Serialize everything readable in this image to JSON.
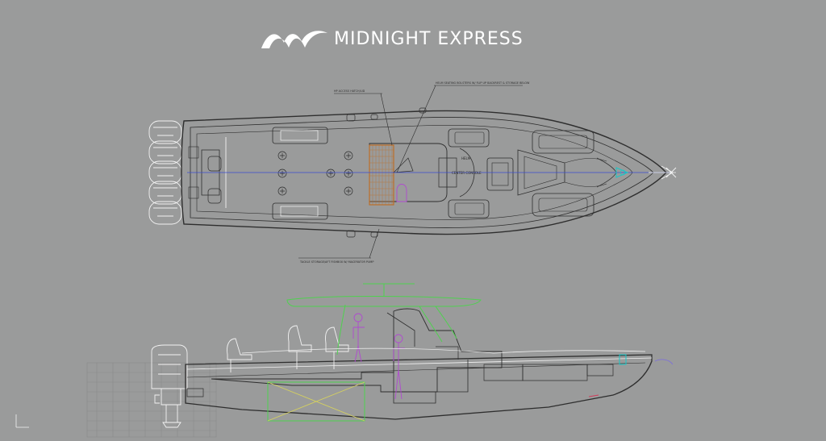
{
  "brand": {
    "name": "MIDNIGHT EXPRESS",
    "logo_icon": "m-wave-logo-icon",
    "text_color": "#ffffff"
  },
  "drawing": {
    "background": "#9a9b9b",
    "line_color": "#2e2e2e",
    "centerline_color": "#3a4bd0",
    "console_hatch_color": "#c06a1e",
    "hardtop_color": "#4fd14f",
    "figure_color": "#b04ad0",
    "bow_light_color": "#18c8c8",
    "hatch_fill_color": "#d4d060",
    "callouts": {
      "top_left": "HP ACCESS HATCH/LID",
      "top_right": "HELM SEATING BOLSTERS W/ FLIP UP BACKREST & STORAGE BELOW",
      "bottom": "TACKLE STORAGE/AFT FISHBOX W/ MACERATOR PUMP",
      "console": "HELM",
      "console_sub": "CENTER CONSOLE"
    }
  }
}
